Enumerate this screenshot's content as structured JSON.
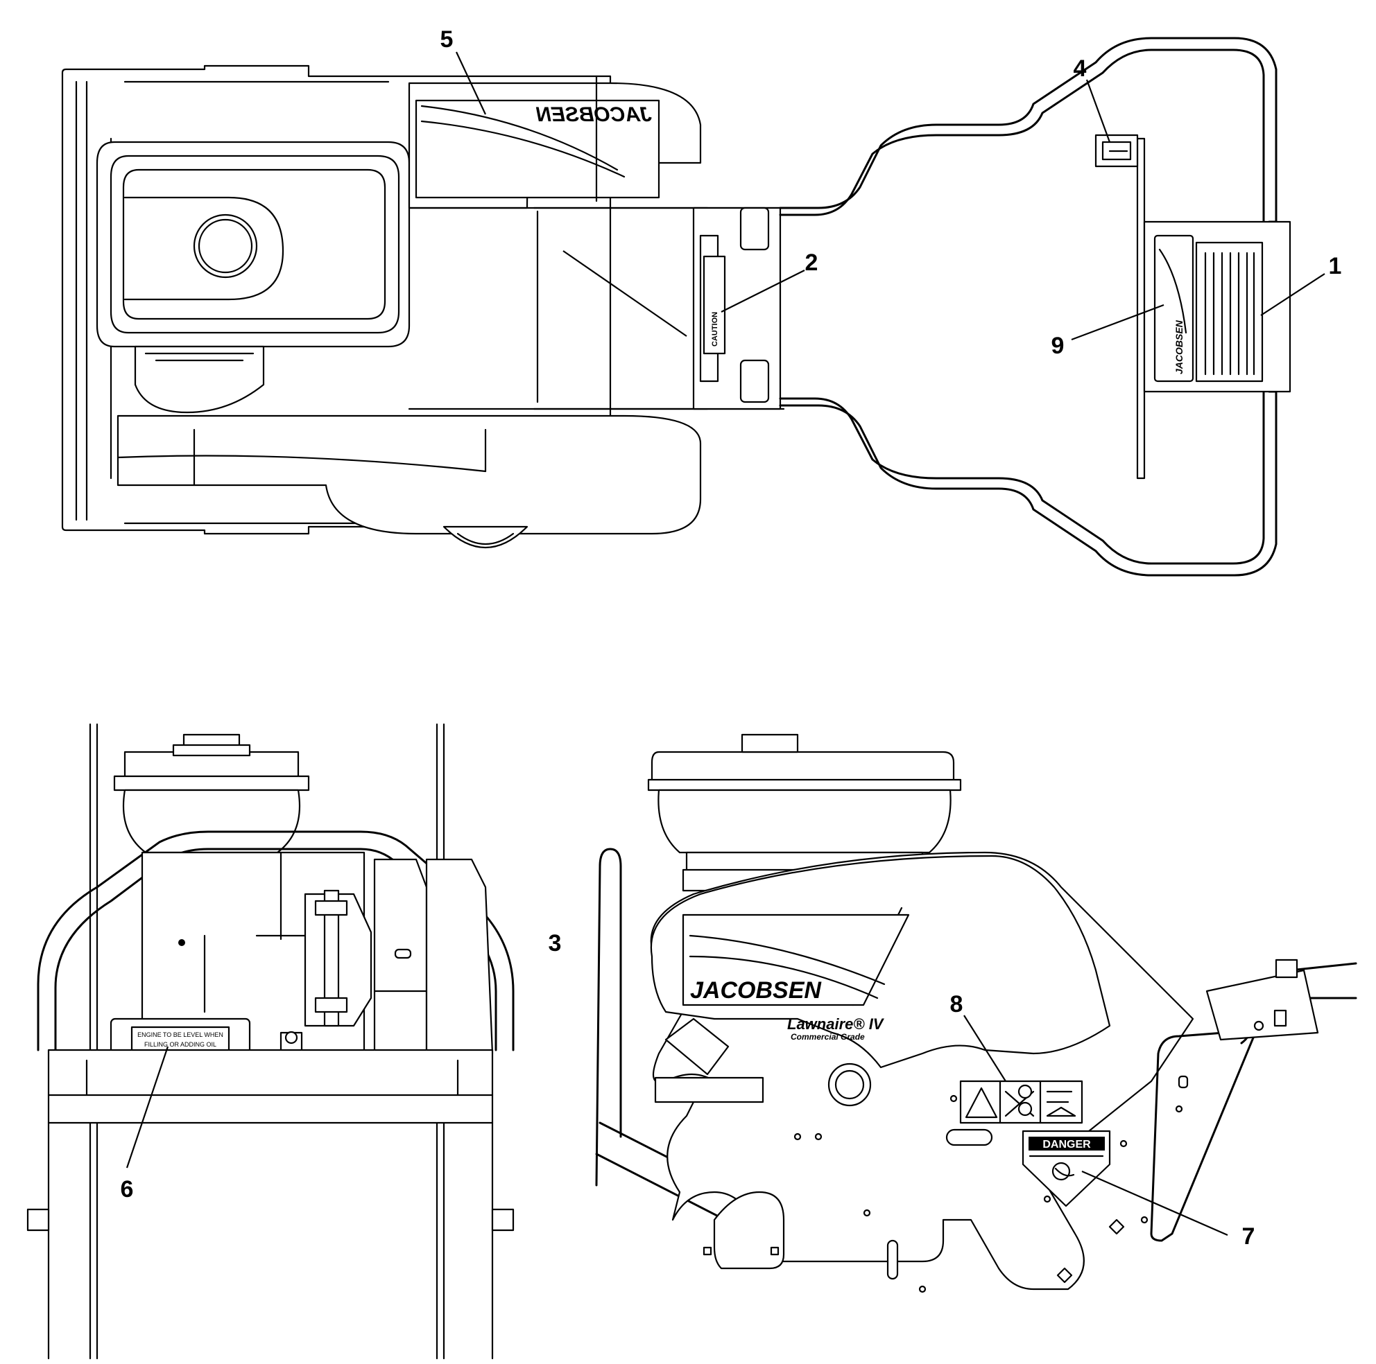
{
  "callouts": [
    {
      "id": "1",
      "label": "1"
    },
    {
      "id": "2",
      "label": "2"
    },
    {
      "id": "3",
      "label": "3"
    },
    {
      "id": "4",
      "label": "4"
    },
    {
      "id": "5",
      "label": "5"
    },
    {
      "id": "6",
      "label": "6"
    },
    {
      "id": "7",
      "label": "7"
    },
    {
      "id": "8",
      "label": "8"
    },
    {
      "id": "9",
      "label": "9"
    }
  ],
  "decals": {
    "brand_logo": "JACOBSEN",
    "product_name": "Lawnaire® IV",
    "product_grade": "Commercial Grade",
    "caution_label": "CAUTION",
    "danger_label": "DANGER",
    "oil_notice_line1": "ENGINE TO BE LEVEL WHEN",
    "oil_notice_line2": "FILLING OR ADDING OIL"
  }
}
